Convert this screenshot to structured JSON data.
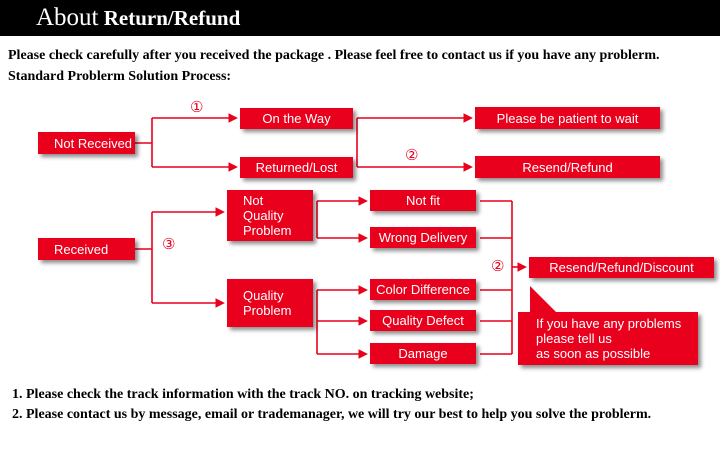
{
  "header": {
    "title_big": "About",
    "title_rest": " Return/Refund"
  },
  "intro": {
    "line1": "Please check carefully after you received the package . Please feel free to contact us if you have any problerm.",
    "line2": "Standard Problerm Solution Process:"
  },
  "flow": {
    "not_received": "Not Received",
    "on_the_way": "On the Way",
    "returned_lost": "Returned/Lost",
    "be_patient": "Please be patient to wait",
    "resend_refund": "Resend/Refund",
    "received": "Received",
    "not_quality_problem": [
      "Not",
      "Quality",
      "Problem"
    ],
    "quality_problem": [
      "Quality",
      "Problem"
    ],
    "not_fit": "Not fit",
    "wrong_delivery": "Wrong Delivery",
    "color_difference": "Color Difference",
    "quality_defect": "Quality Defect",
    "damage": "Damage",
    "resend_refund_discount": "Resend/Refund/Discount",
    "callout": [
      "If you have any problems",
      "please tell us",
      "as soon as possible"
    ],
    "markers": {
      "one": "①",
      "two_top": "②",
      "three": "③",
      "two_right": "②"
    }
  },
  "notes": {
    "note1": "1. Please check the track information with the track NO. on tracking website;",
    "note2": "2. Please contact us by message, email or trademanager, we will try our best to help you solve the problerm."
  },
  "colors": {
    "accent": "#e8001c",
    "header_bg": "#000000"
  }
}
